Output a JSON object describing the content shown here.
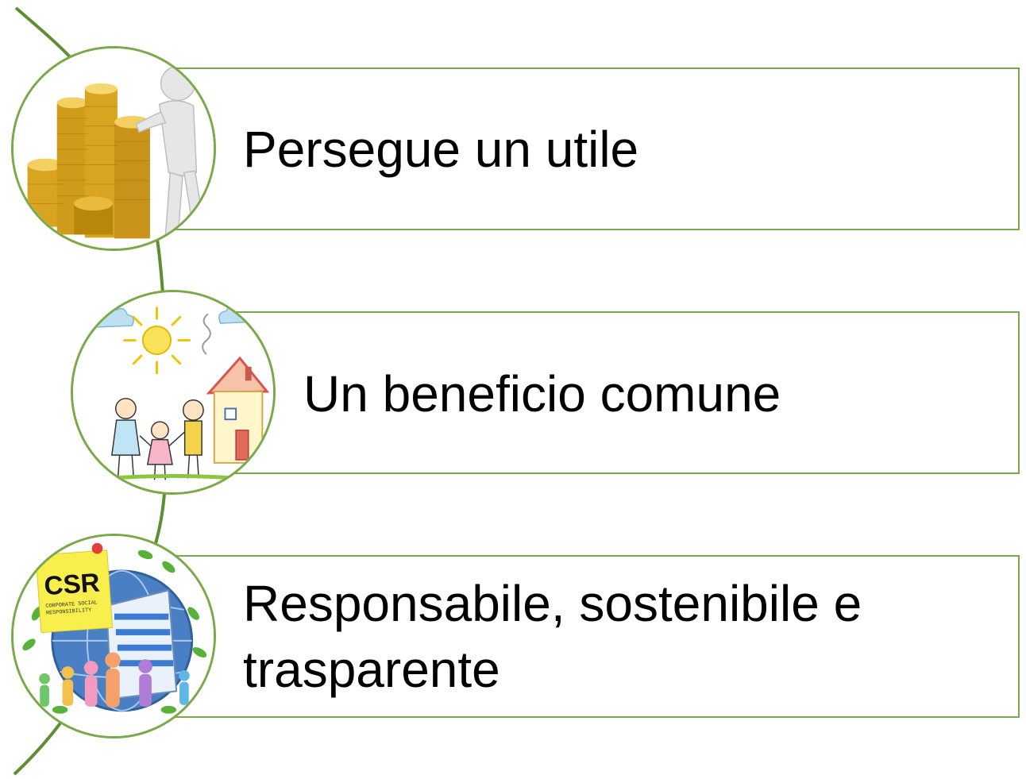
{
  "items": [
    {
      "text": "Persegue un utile",
      "picture": "gold-coin-stacks-with-figure-icon"
    },
    {
      "text": "Un beneficio comune",
      "picture": "child-drawing-family-house-sun-icon"
    },
    {
      "text_lines": [
        "Responsabile, sostenibile e",
        "trasparente"
      ],
      "picture": "csr-globe-people-icon"
    }
  ],
  "csr_badge": {
    "title": "CSR",
    "subtitle_lines": [
      "CORPORATE SOCIAL",
      "RESPONSIBILITY"
    ]
  },
  "colors": {
    "accent_green": "#7aa94a",
    "connector_green": "#5e8e34",
    "text": "#000000",
    "gold": "#d9a521"
  }
}
